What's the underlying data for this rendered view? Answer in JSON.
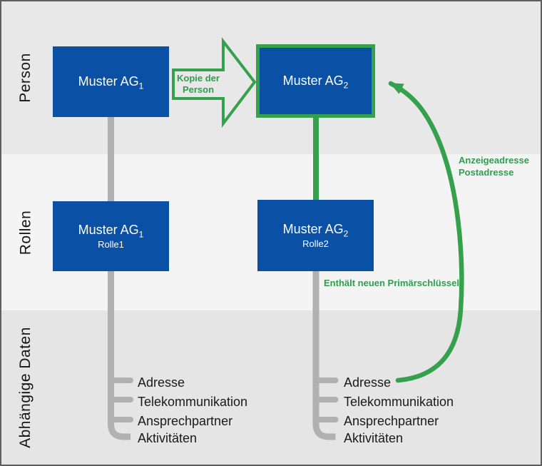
{
  "diagram": {
    "bands": [
      {
        "label": "Person"
      },
      {
        "label": "Rollen"
      },
      {
        "label": "Abhängige Daten"
      }
    ],
    "person_row": {
      "box1": {
        "name": "Muster AG",
        "index": "1"
      },
      "box2": {
        "name": "Muster AG",
        "index": "2"
      },
      "copy_arrow": {
        "line1": "Kopie der",
        "line2": "Person"
      }
    },
    "roles_row": {
      "box1": {
        "name": "Muster AG",
        "index": "1",
        "role": "Rolle1"
      },
      "box2": {
        "name": "Muster AG",
        "index": "2",
        "role": "Rolle2"
      },
      "primary_key_note": "Enthält neuen Primärschlüssel"
    },
    "dependent_row": {
      "left_items": [
        "Adresse",
        "Telekommunikation",
        "Ansprechpartner",
        "Aktivitäten"
      ],
      "right_items": [
        "Adresse",
        "Telekommunikation",
        "Ansprechpartner",
        "Aktivitäten"
      ],
      "address_note": {
        "line1": "Anzeigeadresse",
        "line2": "Postadresse"
      }
    },
    "colors": {
      "box_blue": "#0a50a5",
      "accent_green": "#35a14c",
      "connector_gray": "#b1b1b1",
      "band_person": "#e8e8e8",
      "band_rollen": "#f4f4f4",
      "band_dependent": "#e5e5e5"
    }
  }
}
